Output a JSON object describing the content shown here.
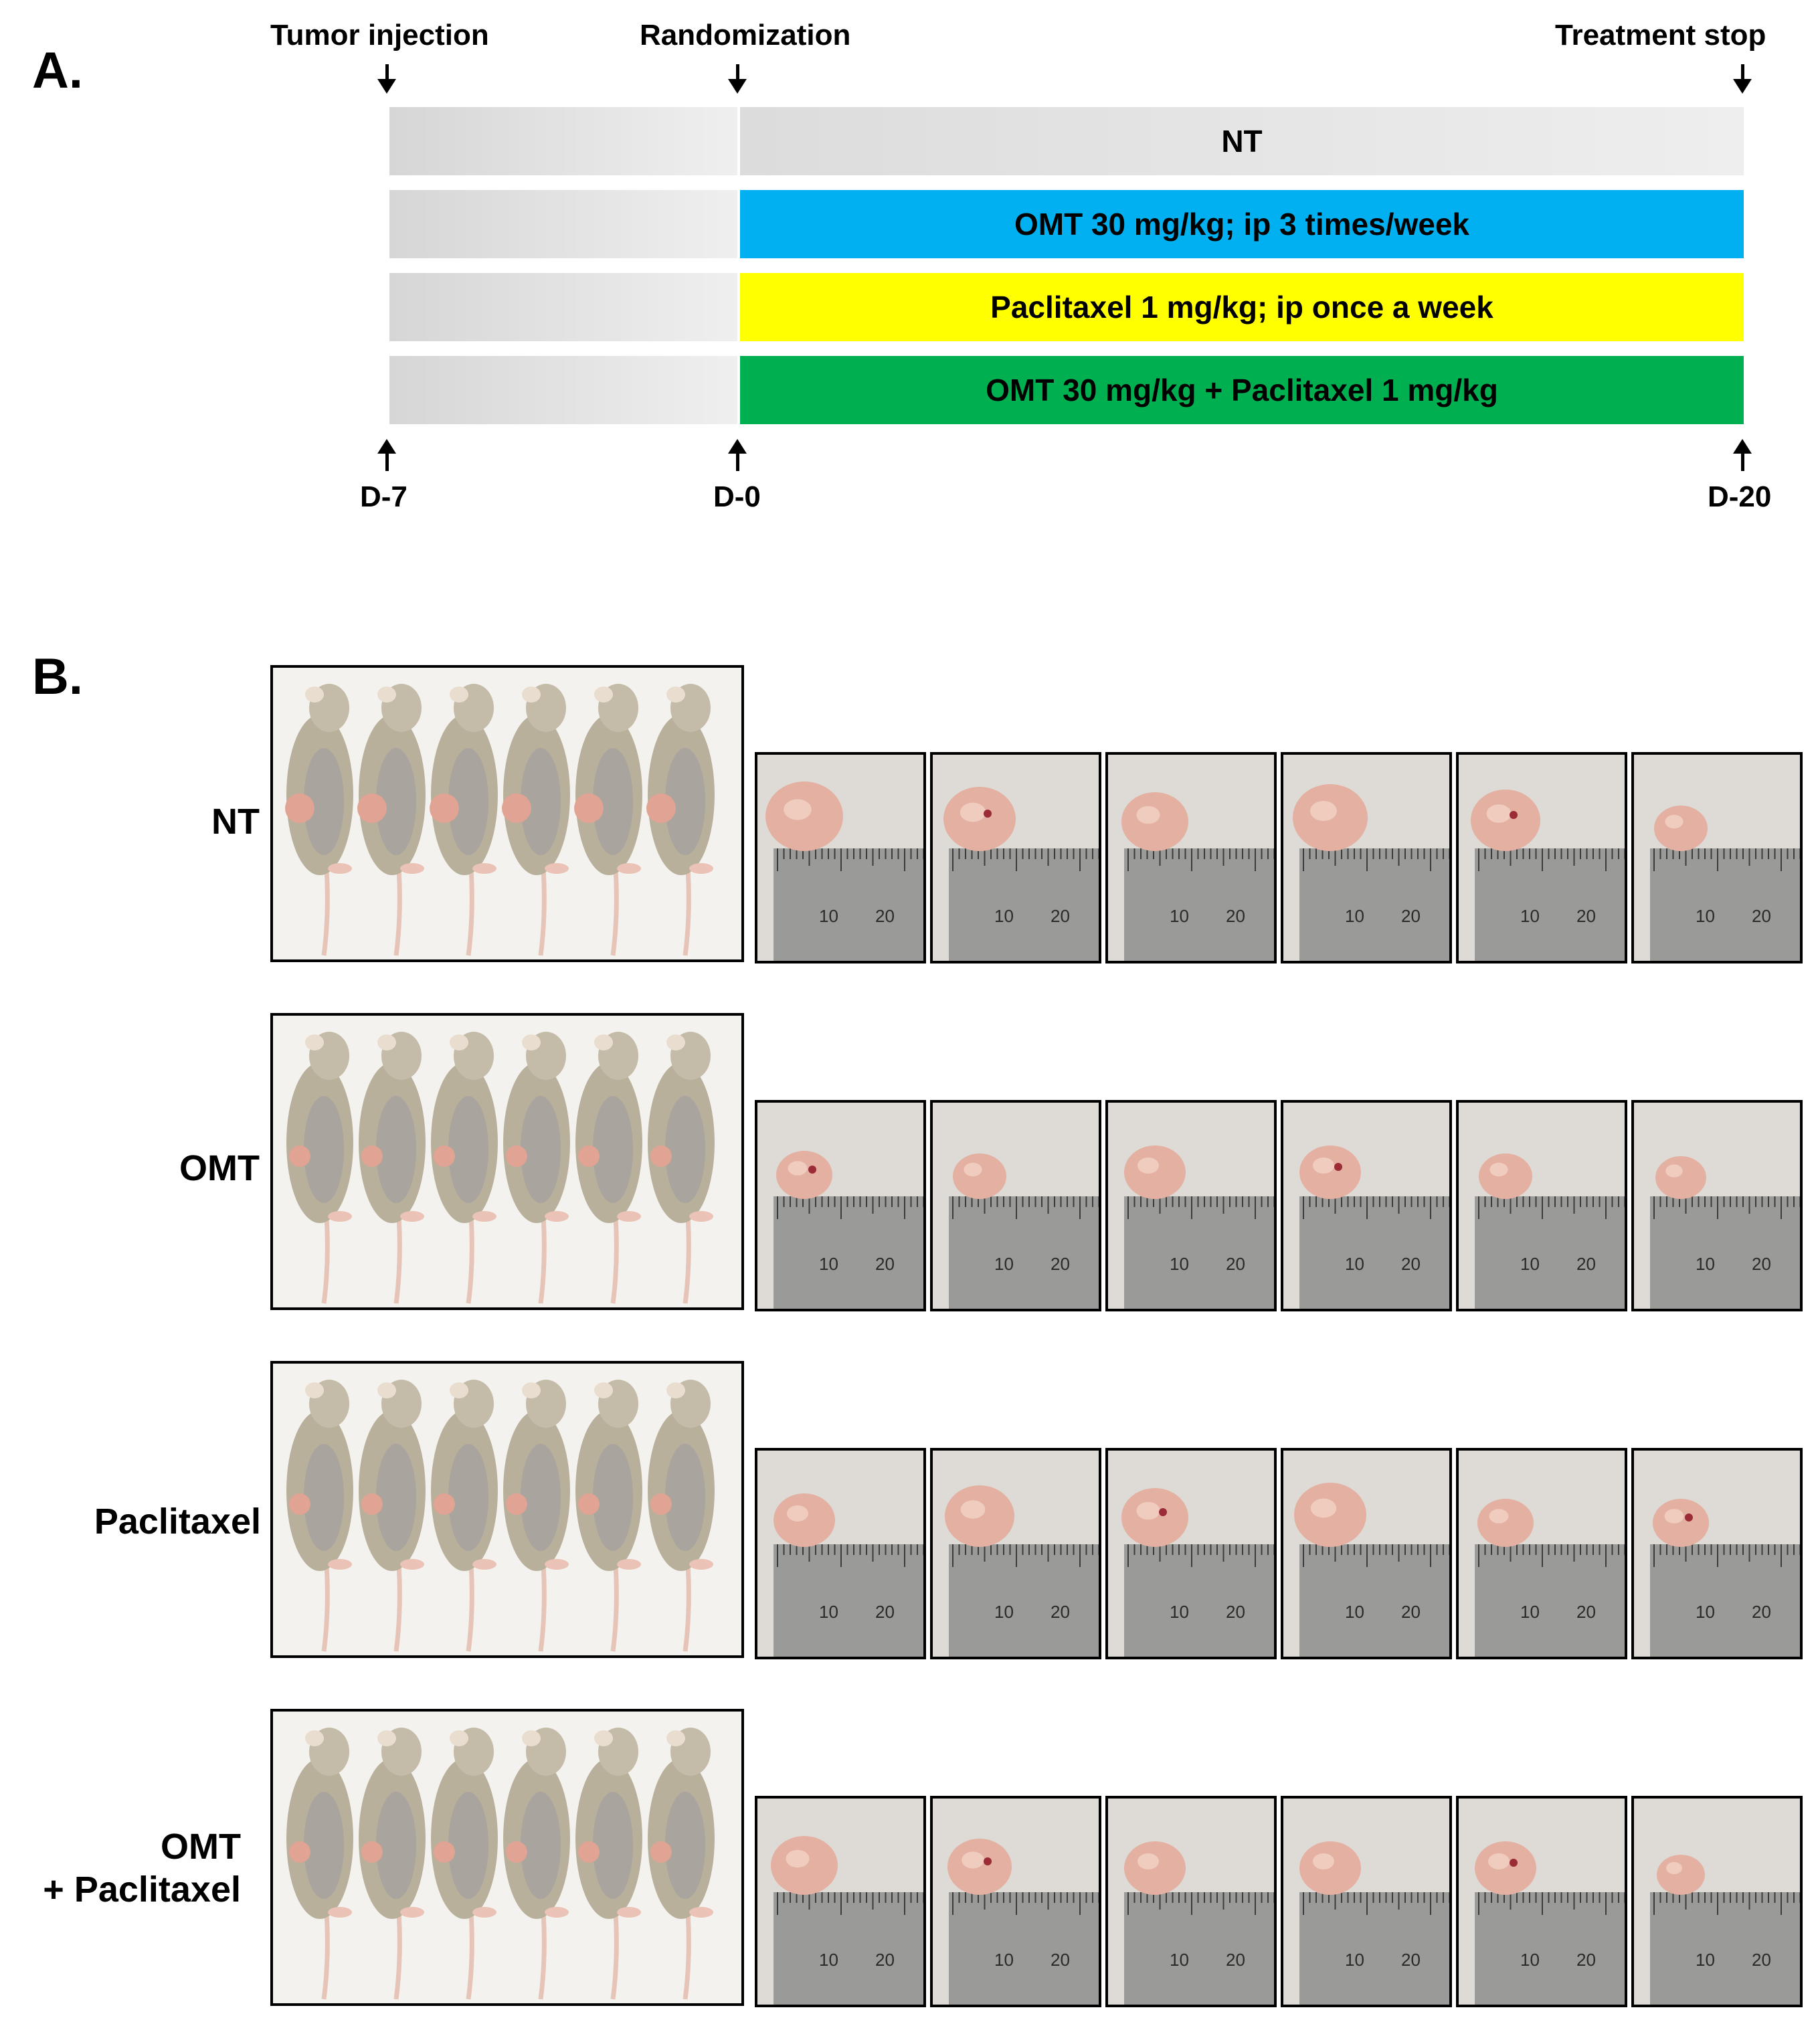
{
  "panel_a": {
    "letter": "A.",
    "events": {
      "tumor_injection": "Tumor injection",
      "randomization": "Randomization",
      "treatment_stop": "Treatment stop"
    },
    "days": {
      "start": "D-7",
      "randomization": "D-0",
      "end": "D-20"
    },
    "arms": [
      {
        "label": "NT",
        "color": "#e2e2e2"
      },
      {
        "label": "OMT 30 mg/kg; ip 3 times/week",
        "color": "#00b0f0"
      },
      {
        "label": "Paclitaxel 1 mg/kg; ip once a week",
        "color": "#ffff00"
      },
      {
        "label": "OMT  30 mg/kg + Paclitaxel 1 mg/kg",
        "color": "#00b050"
      }
    ]
  },
  "panel_b": {
    "letter": "B.",
    "groups": [
      {
        "label": "NT",
        "mice_count": 6,
        "tumor_count": 6
      },
      {
        "label": "OMT",
        "mice_count": 6,
        "tumor_count": 6
      },
      {
        "label": "Paclitaxel",
        "mice_count": 6,
        "tumor_count": 6
      },
      {
        "label_line1": "OMT",
        "label_line2": "+ Paclitaxel",
        "mice_count": 6,
        "tumor_count": 6
      }
    ],
    "ruler_labels": [
      "10",
      "20"
    ]
  }
}
